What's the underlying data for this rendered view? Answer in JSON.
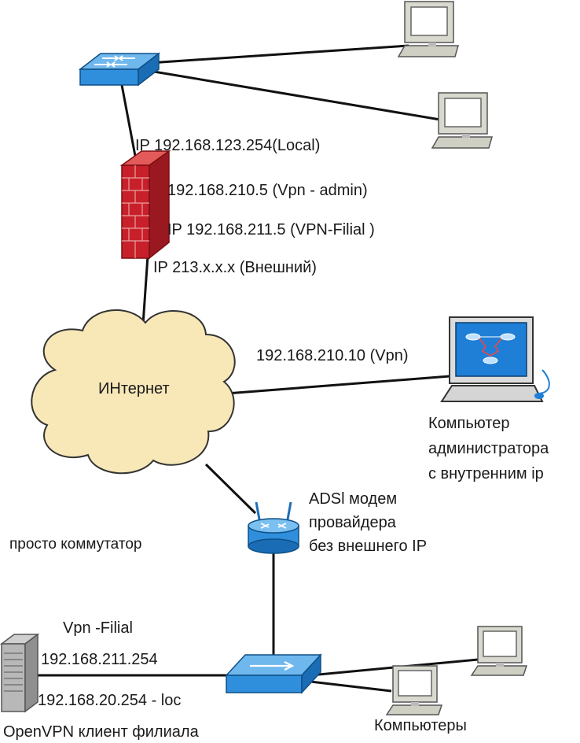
{
  "labels": {
    "local_ip": "IP 192.168.123.254(Local)",
    "vpn_admin_ip": "192.168.210.5 (Vpn - admin)",
    "vpn_filial_ip": "IP 192.168.211.5 (VPN-Filial )",
    "external_ip": "IP 213.x.x.x (Внешний)",
    "internet": "ИНтернет",
    "admin_vpn_ip": "192.168.210.10 (Vpn)",
    "admin_pc_line1": "Компьютер",
    "admin_pc_line2": "администратора",
    "admin_pc_line3": "с внутренним ip",
    "modem_line1": "ADSl модем",
    "modem_line2": "провайдера",
    "modem_line3": "без внешнего IP",
    "simple_switch": "просто коммутатор",
    "vpn_filial": "Vpn -Filial",
    "filial_ip_1": "192.168.211.254",
    "filial_ip_2": "192.168.20.254 - loc",
    "openvpn_client": "OpenVPN клиент филиала",
    "computers": "Компьютеры"
  },
  "colors": {
    "firewall_red": "#c8202a",
    "cloud_fill": "#f8e8b8",
    "switch_blue": "#2f8fdc",
    "screen_blue": "#1f7fd6"
  }
}
